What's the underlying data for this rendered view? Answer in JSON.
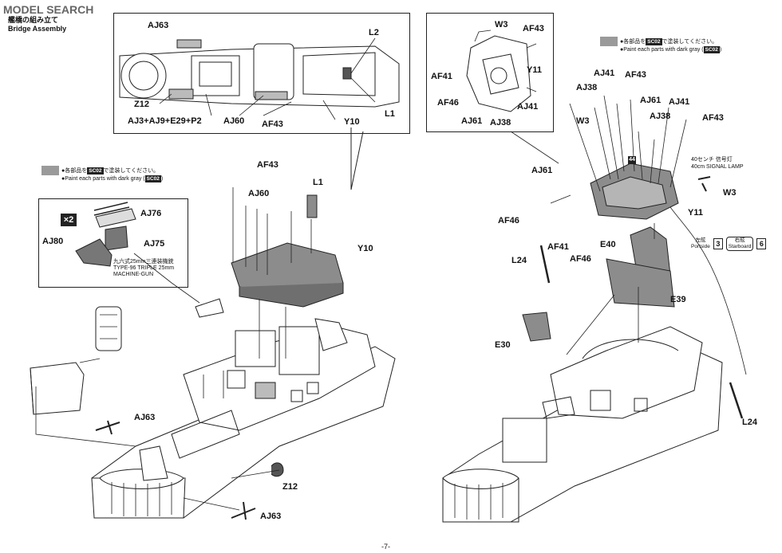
{
  "watermark": {
    "text": "MODEL SEARCH"
  },
  "header": {
    "title_jp": "艦橋の組み立て",
    "title_en": "Bridge Assembly"
  },
  "paint_note": {
    "jp": "●各部品を",
    "jp_tail": "で塗装してください。",
    "en": "●Paint each parts with dark gray (",
    "en_tail": ")",
    "code": "SC02"
  },
  "badges": {
    "x2": "×2",
    "step": "44"
  },
  "labels": {
    "AJ63_top": "AJ63",
    "Z12_top": "Z12",
    "AJ_combo": "AJ3+AJ9+E29+P2",
    "AJ60_top": "AJ60",
    "AF43_top": "AF43",
    "Y10_top": "Y10",
    "L1_top": "L1",
    "L2_top": "L2",
    "W3_tr": "W3",
    "AF43_tr": "AF43",
    "Y11_tr": "Y11",
    "AF41_tr": "AF41",
    "AF46_tr": "AF46",
    "AJ61_tr": "AJ61",
    "AJ38_tr": "AJ38",
    "AJ41_tr": "AJ41",
    "AF43_mid": "AF43",
    "AJ60_mid": "AJ60",
    "L1_mid": "L1",
    "Y10_mid": "Y10",
    "AJ76": "AJ76",
    "AJ75": "AJ75",
    "AJ80": "AJ80",
    "AJ63_left": "AJ63",
    "Z12_bot": "Z12",
    "AJ63_bot": "AJ63",
    "AJ41_r1": "AJ41",
    "AF43_r1": "AF43",
    "AJ38_r1": "AJ38",
    "AJ61_r1": "AJ61",
    "AJ41_r2": "AJ41",
    "AJ38_r2": "AJ38",
    "AF43_r2": "AF43",
    "W3_r1": "W3",
    "W3_r2": "W3",
    "AJ61_r2": "AJ61",
    "Y11_r": "Y11",
    "AF46_r1": "AF46",
    "AF41_r": "AF41",
    "AF46_r2": "AF46",
    "E40": "E40",
    "L24_a": "L24",
    "L24_b": "L24",
    "E39": "E39",
    "E30": "E30"
  },
  "gun_caption": {
    "jp": "九六式25mm三連装機銃",
    "en1": "TYPE-96 TRIPLE 25mm",
    "en2": "MACHINE-GUN"
  },
  "signal_lamp": {
    "jp": "40センチ 信号灯",
    "en": "40cm SIGNAL LAMP"
  },
  "side": {
    "port_jp": "左舷",
    "port_en": "Portside",
    "port_num": "3",
    "star_jp": "右舷",
    "star_en": "Starboard",
    "star_num": "6"
  },
  "page_number": "-7-",
  "colors": {
    "part_gray": "#8c8c8c",
    "line": "#222222",
    "accent_red": "#c0392b"
  }
}
